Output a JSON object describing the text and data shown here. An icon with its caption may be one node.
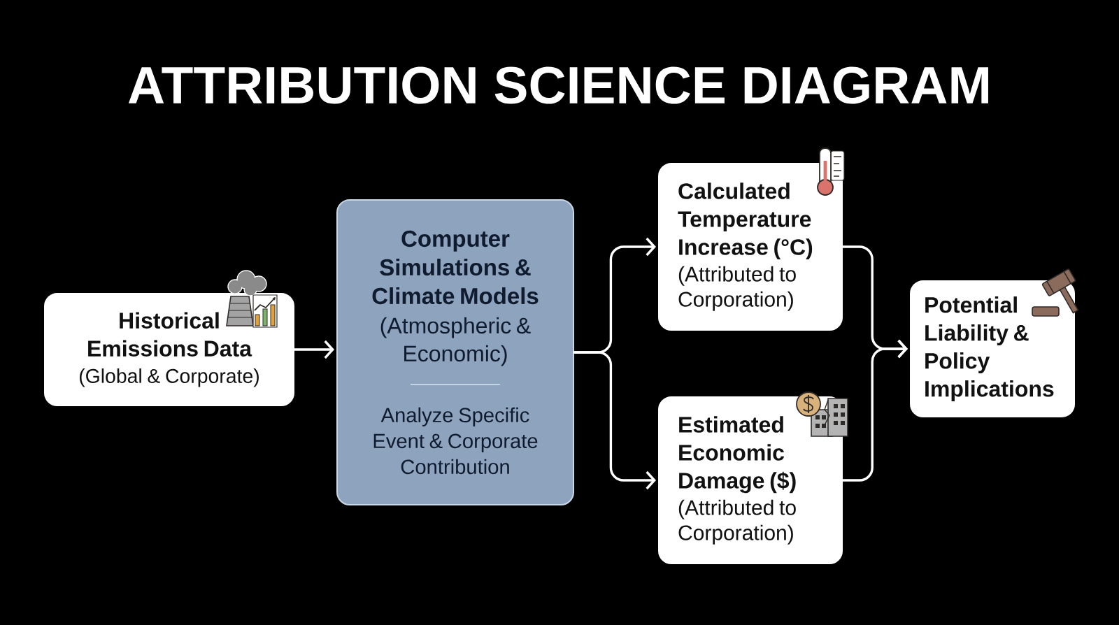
{
  "diagram": {
    "title": "ATTRIBUTION SCIENCE DIAGRAM",
    "nodes": [
      {
        "text": [
          "Historical Emissions Data",
          "(Global & Corporate)"
        ]
      },
      {
        "text": [
          "Computer Simulations & Climate Models",
          "(Atmospheric & Economic)",
          "Analyze Specific Event & Corporate Contribution"
        ]
      },
      {
        "text": [
          "Calculated Temperature Increase (°C)",
          "(Attributed to Corporation)"
        ]
      },
      {
        "text": [
          "Estimated Economic Damage ($)",
          "(Attributed to Corporation)"
        ]
      },
      {
        "text": [
          "Potential Liability & Policy Implications"
        ]
      }
    ],
    "edges": [
      {
        "from": 0,
        "to": 1,
        "arrow": "to"
      },
      {
        "from": 1,
        "to": 2,
        "arrow": "to"
      },
      {
        "from": 1,
        "to": 3,
        "arrow": "to"
      },
      {
        "from": 2,
        "to": 4,
        "arrow": "to"
      },
      {
        "from": 3,
        "to": 4,
        "arrow": "to"
      }
    ]
  }
}
